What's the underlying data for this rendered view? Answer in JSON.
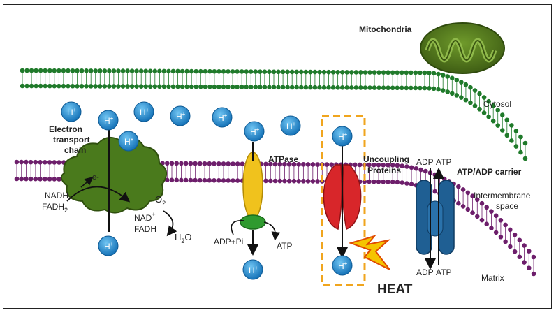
{
  "labels": {
    "mitochondria": "Mitochondria",
    "cytosol": "Cytosol",
    "intermembrane_line1": "Intermembrane",
    "intermembrane_line2": "space",
    "matrix": "Matrix",
    "etc_line1": "Electron",
    "etc_line2": "transport",
    "etc_line3": "chain",
    "atpase": "ATPase",
    "uncoupling_line1": "Uncoupling",
    "uncoupling_line2": "Proteins",
    "carrier": "ATP/ADP carrier",
    "adp_top": "ADP",
    "atp_top": "ATP",
    "adp_bottom": "ADP",
    "atp_bottom": "ATP",
    "nadh": "NADH",
    "fadh2_base": "FADH",
    "fadh2_sub": "2",
    "electron": "e-",
    "nad_base": "NAD",
    "nad_sup": "+",
    "fadh": "FADH",
    "o2_base": "O",
    "o2_sub": "2",
    "h2o_base": "H",
    "h2o_sub": "2",
    "h2o_end": "O",
    "adp_pi": "ADP+Pi",
    "atp": "ATP",
    "heat": "HEAT",
    "proton_base": "H",
    "proton_sup": "+"
  },
  "colors": {
    "membrane_green": "#1f7a2a",
    "membrane_purple": "#6d1e6b",
    "proton_blue": "#1b8fd6",
    "etc_green": "#3f6b18",
    "atpase_yellow": "#f0c21d",
    "atpase_green": "#2f9a2f",
    "ucp_red": "#d8262a",
    "carrier_blue": "#1f5f93",
    "dashed_box": "#f0a51e",
    "heat_bolt": "#f5c400",
    "mito_outer": "#4c6c1a"
  }
}
